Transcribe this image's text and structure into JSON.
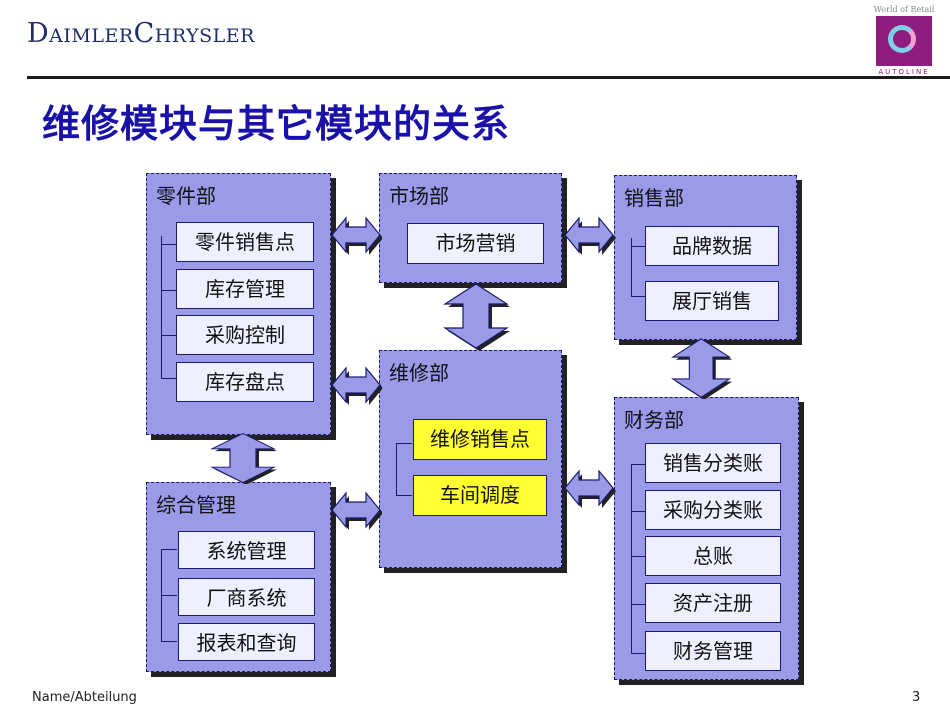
{
  "header": {
    "logo_text": "DaimlerChrysler",
    "badge_top": "World of Retail",
    "badge_bottom": "AUTOLINE"
  },
  "slide_title": "维修模块与其它模块的关系",
  "modules": {
    "parts": {
      "title": "零件部",
      "items": [
        "零件销售点",
        "库存管理",
        "采购控制",
        "库存盘点"
      ]
    },
    "market": {
      "title": "市场部",
      "items": [
        "市场营销"
      ]
    },
    "sales": {
      "title": "销售部",
      "items": [
        "品牌数据",
        "展厅销售"
      ]
    },
    "service": {
      "title": "维修部",
      "items": [
        "维修销售点",
        "车间调度"
      ]
    },
    "finance": {
      "title": "财务部",
      "items": [
        "销售分类账",
        "采购分类账",
        "总账",
        "资产注册",
        "财务管理"
      ]
    },
    "admin": {
      "title": "综合管理",
      "items": [
        "系统管理",
        "厂商系统",
        "报表和查询"
      ]
    }
  },
  "colors": {
    "title": "#1a12a8",
    "module_fill": "#9a9ae8",
    "item_fill": "#eef0ff",
    "highlight": "#ffff33"
  },
  "footer": {
    "left": "Name/Abteilung",
    "page": "3"
  }
}
